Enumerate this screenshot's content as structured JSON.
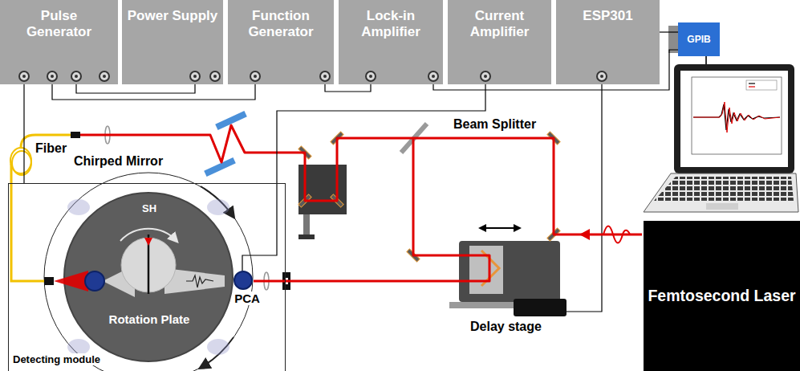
{
  "diagram": {
    "nodes": [
      {
        "text": [
          "Pulse Generator"
        ]
      },
      {
        "text": [
          "Power Supply"
        ]
      },
      {
        "text": [
          "Function Generator"
        ]
      },
      {
        "text": [
          "Lock-in Amplifier"
        ]
      },
      {
        "text": [
          "Current Amplifier"
        ]
      },
      {
        "text": [
          "ESP301"
        ]
      },
      {
        "text": [
          "GPIB"
        ]
      },
      {
        "text": [
          "Femtosecond Laser"
        ]
      },
      {
        "text": [
          "Detecting module"
        ]
      },
      {
        "text": [
          "Rotation Plate"
        ],
        "in": 8
      },
      {
        "text": [
          "PCA"
        ],
        "in": 8
      }
    ],
    "edges": [
      {
        "from": 0,
        "to": 1,
        "arrow": "none"
      },
      {
        "from": 0,
        "to": 2,
        "arrow": "none"
      },
      {
        "from": 2,
        "to": 3,
        "arrow": "none"
      },
      {
        "from": 3,
        "to": 6,
        "arrow": "none"
      },
      {
        "from": 5,
        "to": 6,
        "arrow": "none"
      },
      {
        "from": 4,
        "to": 10,
        "arrow": "none"
      },
      {
        "from": 0,
        "to": 8,
        "arrow": "none"
      }
    ],
    "labels": [
      "Fiber",
      "Chirped Mirror",
      "Beam Splitter",
      "Delay stage",
      "SH"
    ]
  }
}
